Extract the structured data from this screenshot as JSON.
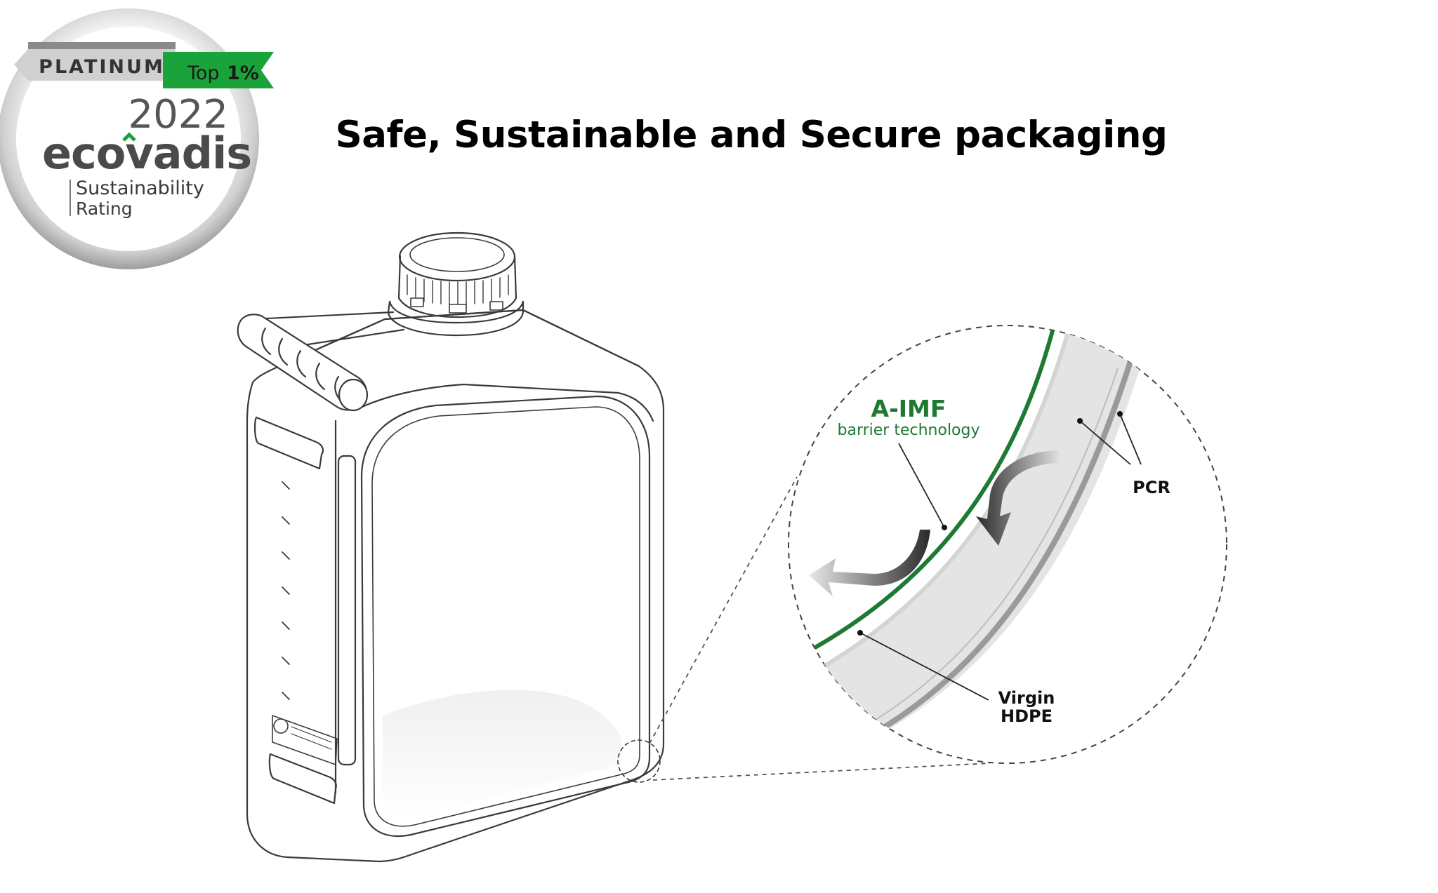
{
  "title": "Safe, Sustainable and Secure packaging",
  "badge": {
    "tier": "PLATINUM",
    "rank_prefix": "Top",
    "rank_value": "1%",
    "year": "2022",
    "brand": "ecovadis",
    "line1": "Sustainability",
    "line2": "Rating"
  },
  "diagram": {
    "barrier_title": "A-IMF",
    "barrier_subtitle": "barrier technology",
    "pcr_label": "PCR",
    "virgin_line1": "Virgin",
    "virgin_line2": "HDPE"
  },
  "colors": {
    "barrier_green": "#1e7a32",
    "badge_green": "#1aa33a",
    "badge_silver": "#c9c9c9",
    "text_dark": "#111111"
  },
  "icons": [
    "bottle-icon",
    "arrow-icon",
    "magnifier-circle"
  ]
}
